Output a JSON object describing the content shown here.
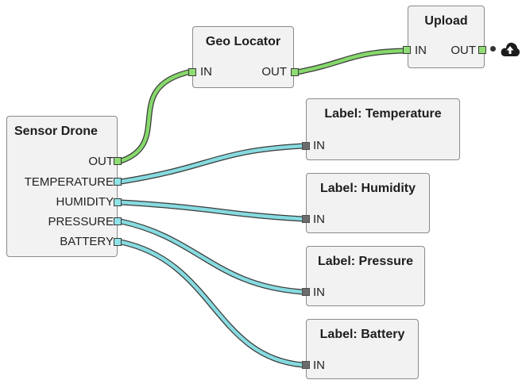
{
  "nodes": {
    "sensor_drone": {
      "title": "Sensor Drone",
      "outputs": [
        "OUT",
        "TEMPERATURE",
        "HUMIDITY",
        "PRESSURE",
        "BATTERY"
      ]
    },
    "geo_locator": {
      "title": "Geo Locator",
      "input": "IN",
      "output": "OUT"
    },
    "upload": {
      "title": "Upload",
      "input": "IN",
      "output": "OUT"
    },
    "label_temperature": {
      "title": "Label: Temperature",
      "input": "IN"
    },
    "label_humidity": {
      "title": "Label: Humidity",
      "input": "IN"
    },
    "label_pressure": {
      "title": "Label: Pressure",
      "input": "IN"
    },
    "label_battery": {
      "title": "Label: Battery",
      "input": "IN"
    }
  },
  "colors": {
    "wire_green": "#86d86b",
    "wire_cyan": "#86dbe0",
    "wire_outline": "#3a3a3a",
    "node_fill": "#f2f2f2",
    "node_border": "#8a8a8a"
  },
  "icons": {
    "upload_endpoint": "cloud-upload-icon"
  }
}
